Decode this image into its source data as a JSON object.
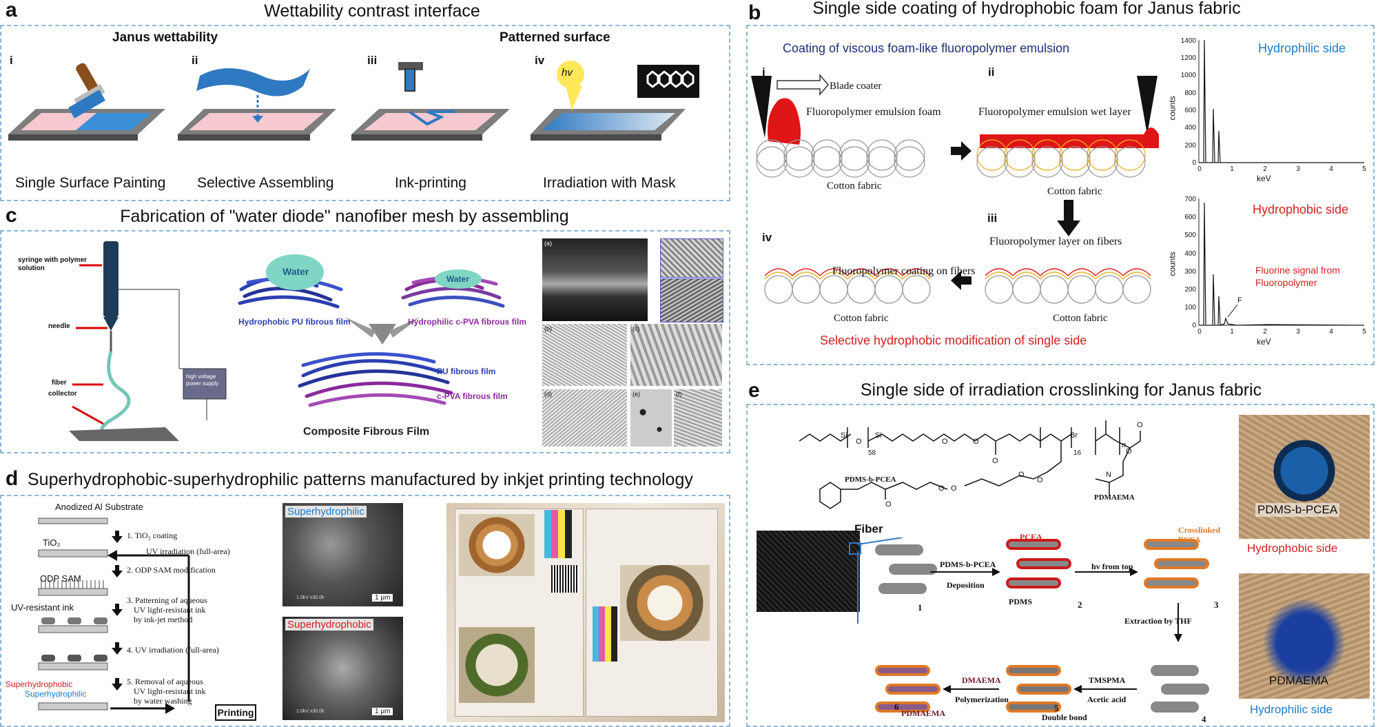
{
  "panel_a": {
    "letter": "a",
    "title": "Wettability contrast interface",
    "group_left": "Janus wettability",
    "group_right": "Patterned surface",
    "steps": [
      {
        "num": "i",
        "caption": "Single Surface Painting"
      },
      {
        "num": "ii",
        "caption": "Selective Assembling"
      },
      {
        "num": "iii",
        "caption": "Ink-printing"
      },
      {
        "num": "iv",
        "caption": "Irradiation with Mask"
      }
    ],
    "hv": "hv"
  },
  "panel_b": {
    "letter": "b",
    "title": "Single side coating of hydrophobic foam for Janus fabric",
    "subtitle": "Coating of viscous foam-like fluoropolymer emulsion",
    "steps": [
      {
        "num": "i",
        "labels": [
          "Blade coater",
          "Fluoropolymer emulsion foam"
        ],
        "caption": "Cotton fabric"
      },
      {
        "num": "ii",
        "labels": [
          "Fluoropolymer emulsion wet layer"
        ],
        "caption": "Cotton fabric"
      },
      {
        "num": "iii",
        "labels": [
          "Fluoropolymer layer on fibers"
        ],
        "caption": "Cotton fabric"
      },
      {
        "num": "iv",
        "labels": [
          "Fluoropolymer coating on fibers"
        ],
        "caption": "Cotton fabric"
      }
    ],
    "bottom_note": "Selective hydrophobic modification of single side",
    "spectra": [
      {
        "label": "Hydrophilic side",
        "ylabel": "counts",
        "xlabel": "keV",
        "yticks": [
          "0",
          "200",
          "400",
          "600",
          "800",
          "1000",
          "1200",
          "1400"
        ],
        "xticks": [
          "0",
          "1",
          "2",
          "3",
          "4",
          "5"
        ]
      },
      {
        "label": "Hydrophobic side",
        "ylabel": "counts",
        "xlabel": "keV",
        "yticks": [
          "0",
          "100",
          "200",
          "300",
          "400",
          "500",
          "600",
          "700"
        ],
        "xticks": [
          "0",
          "1",
          "2",
          "3",
          "4",
          "5"
        ],
        "annotation": "Fluorine signal from Fluoropolymer",
        "peak_label": "F"
      }
    ]
  },
  "panel_c": {
    "letter": "c",
    "title": "Fabrication of \"water diode\" nanofiber mesh by assembling",
    "setup_labels": [
      "syringe with polymer solution",
      "needle",
      "fiber",
      "collector",
      "high voltage power supply"
    ],
    "water": "Water",
    "film_pu": "Hydrophobic PU fibrous film",
    "film_pva": "Hydrophilic c-PVA fibrous film",
    "pu": "PU fibrous film",
    "cpva": "c-PVA fibrous film",
    "composite": "Composite Fibrous Film",
    "sem_labels": [
      "(a)",
      "(b)",
      "(c)",
      "(d)",
      "(e)",
      "(f)"
    ]
  },
  "panel_d": {
    "letter": "d",
    "title": "Superhydrophobic-superhydrophilic patterns manufactured by inkjet printing technology",
    "substrate": "Anodized Al Substrate",
    "tio2": "TiO₂",
    "odp": "ODP SAM",
    "uvink": "UV-resistant ink",
    "superhydrophobic_lbl": "Superhydrophobic",
    "superhydrophilic_lbl": "Superhydrophilic",
    "steps": [
      "1. TiO₂  coating",
      "UV irradiation (full-area)",
      "2. ODP SAM modification",
      "3. Patterning of aqueous",
      "UV light-resistant ink",
      "by ink-jet method",
      "4. UV irradiation (full-area)",
      "5. Removal of aqueous",
      "UV light-resistant ink",
      "by water washing"
    ],
    "printing": "Printing",
    "sem_top": "Superhydrophilic",
    "sem_bottom": "Superhydrophobic",
    "scale": "1 μm",
    "sem_caption": "1.0kV x30.0k"
  },
  "panel_e": {
    "letter": "e",
    "title": "Single side of irradiation crosslinking for Janus fabric",
    "polymer1": "PDMS-b-PCEA",
    "polymer2": "PDMAEMA",
    "sub58": "58",
    "sub16": "16",
    "subn": "n",
    "fiber": "Fiber",
    "deposition_top": "PDMS-b-PCEA",
    "deposition_bottom": "Deposition",
    "pcea": "PCEA",
    "pdms": "PDMS",
    "crosslinked": "Crosslinked PCEA",
    "hv": "hv from top",
    "extraction": "Extraction by THF",
    "dmaema_top": "DMAEMA",
    "dmaema_bottom": "Polymerization",
    "tmspma_top": "TMSPMA",
    "tmspma_bottom": "Acetic acid",
    "double_bond": "Double bond",
    "pdmaema": "PDMAEMA",
    "nums": [
      "1",
      "2",
      "3",
      "4",
      "5",
      "6"
    ],
    "photo_top_label": "PDMS-b-PCEA",
    "photo_top_caption": "Hydrophobic side",
    "photo_bottom_label": "PDMAEMA",
    "photo_bottom_caption": "Hydrophilic side"
  },
  "colors": {
    "frame": "#8bb6d8",
    "hydrophilic": "#1e7bc8",
    "hydrophobic": "#d42020",
    "navy": "#1f2f7a",
    "pu_blue": "#2b3fb0",
    "pva_purple": "#8a2b9c"
  }
}
